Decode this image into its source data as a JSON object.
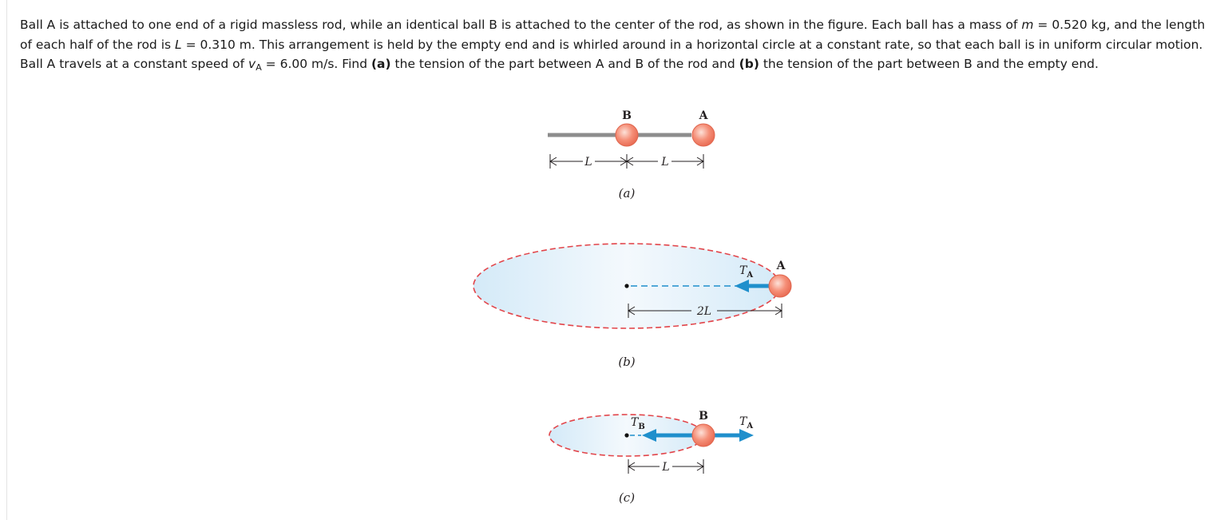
{
  "problem": {
    "p1": "Ball A is attached to one end of a rigid massless rod, while an identical ball B is attached to the center of the rod, as shown in the figure. Each ball has a mass of ",
    "m_sym": "m",
    "p2": " = 0.520 kg, and the length of each half of the rod is ",
    "L_sym": "L",
    "p3": " = 0.310 m. This arrangement is held by the empty end and is whirled around in a horizontal circle at a constant rate, so that each ball is in uniform circular motion. Ball A travels at a constant speed of ",
    "v_sym": "v",
    "v_sub": "A",
    "p4": " = 6.00 m/s. Find ",
    "a_tag": "(a)",
    "p5": " the tension of the part between A and B of the rod and ",
    "b_tag": "(b)",
    "p6": " the tension of the part between B and the empty end."
  },
  "figure": {
    "colors": {
      "ball": "#f2836b",
      "rod": "#8c8c8c",
      "arrow": "#1f8fcc",
      "ellipse_fill": "#dceef9",
      "ellipse_edge": "#e2454a",
      "dash": "#1f8fcc"
    },
    "a": {
      "label_B": "B",
      "label_A": "A",
      "dim_left": "L",
      "dim_right": "L",
      "caption": "(a)"
    },
    "b": {
      "tension_T": "T",
      "tension_sub": "A",
      "label_A": "A",
      "dim": "2L",
      "caption": "(b)"
    },
    "c": {
      "tb_T": "T",
      "tb_sub": "B",
      "label_B": "B",
      "ta_T": "T",
      "ta_sub": "A",
      "dim": "L",
      "caption": "(c)"
    }
  }
}
